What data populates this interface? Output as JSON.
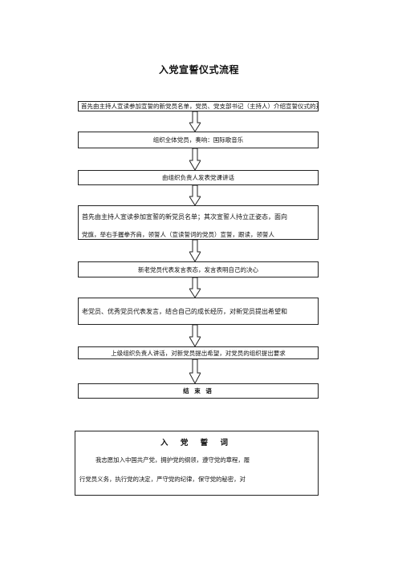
{
  "title": "入党宣誓仪式流程",
  "steps": [
    {
      "lines": [
        "首先由主持人宣读参加宣誓的新党员名单，党员、党支部书记（主持人）介绍宣誓仪式的开始"
      ]
    },
    {
      "lines": [
        "组织全体党员，奏响：国际歌音乐"
      ]
    },
    {
      "lines": [
        "由组织负责人发表党课讲话"
      ]
    },
    {
      "lines": [
        "首先由主持人宣读参加宣誓的新党员名单；其次宣誓人持立正姿态，面向",
        "党旗，举右手握拳齐肩，领誓人（宣读誓词的党员）宣誓，跟读，领誓人"
      ]
    },
    {
      "lines": [
        "新老党员代表发言表态，发言表明自己的决心"
      ]
    },
    {
      "lines": [
        "老党员、优秀党员代表发言，结合自己的成长经历，对新党员提出希望和"
      ]
    },
    {
      "lines": [
        "上级组织负责人讲话，对新党员提出希望，对党员的组织提出要求"
      ]
    },
    {
      "lines": [
        "结 束 语"
      ]
    }
  ],
  "oath": {
    "heading": "入 党 誓 词",
    "lines": [
      "我志愿加入中国共产党，拥护党的纲领，遵守党的章程，履",
      "行党员义务，执行党的决定，严守党的纪律，保守党的秘密，对"
    ]
  }
}
